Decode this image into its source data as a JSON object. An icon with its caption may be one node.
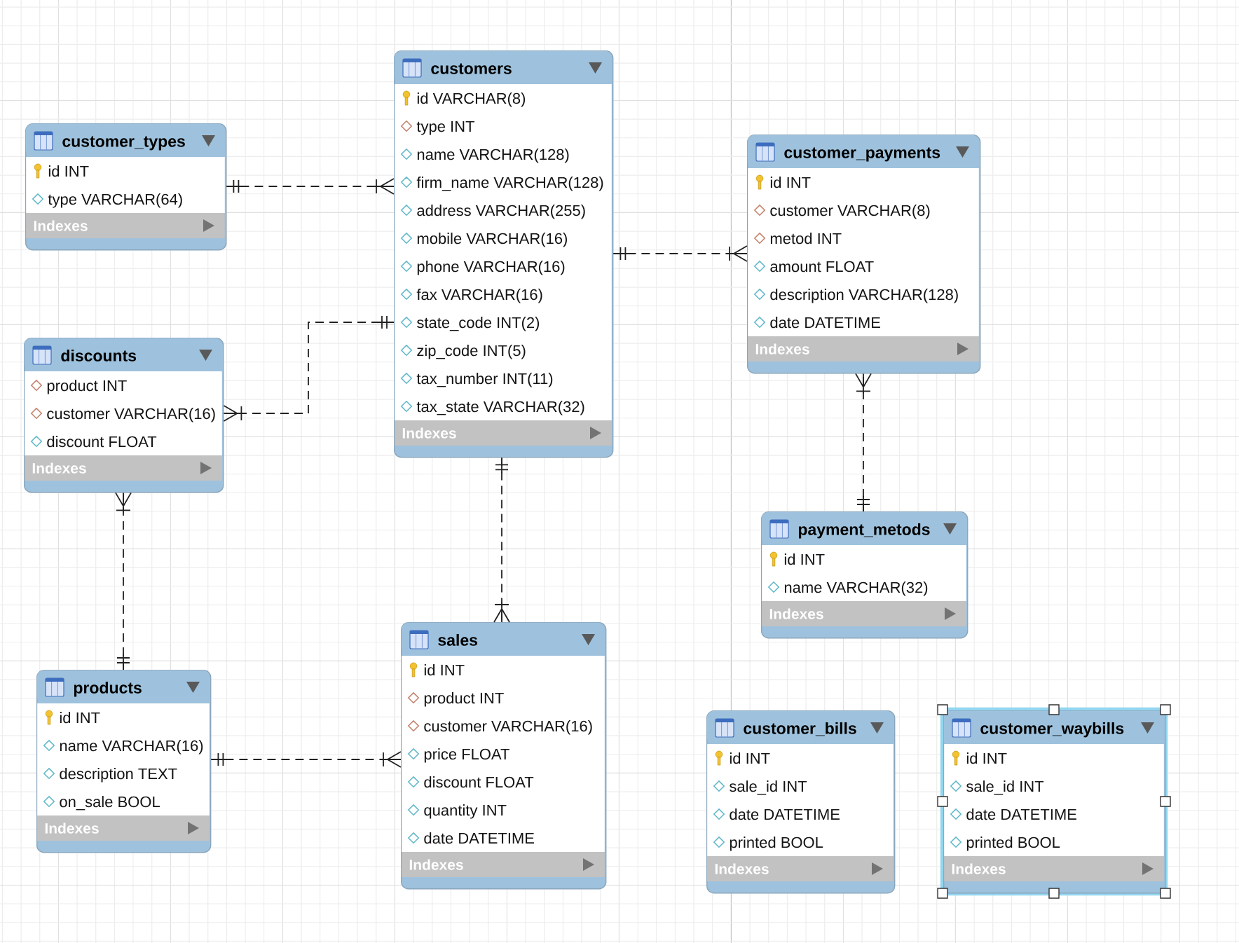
{
  "diagram": {
    "nodes": [
      {
        "text": [
          "customer_types",
          "id INT",
          "type VARCHAR(64)",
          "Indexes"
        ]
      },
      {
        "text": [
          "customers",
          "id VARCHAR(8)",
          "type INT",
          "name VARCHAR(128)",
          "firm_name VARCHAR(128)",
          "address VARCHAR(255)",
          "mobile VARCHAR(16)",
          "phone VARCHAR(16)",
          "fax VARCHAR(16)",
          "state_code INT(2)",
          "zip_code INT(5)",
          "tax_number INT(11)",
          "tax_state VARCHAR(32)",
          "Indexes"
        ]
      },
      {
        "text": [
          "customer_payments",
          "id INT",
          "customer VARCHAR(8)",
          "metod INT",
          "amount FLOAT",
          "description VARCHAR(128)",
          "date DATETIME",
          "Indexes"
        ]
      },
      {
        "text": [
          "discounts",
          "product INT",
          "customer VARCHAR(16)",
          "discount FLOAT",
          "Indexes"
        ]
      },
      {
        "text": [
          "payment_metods",
          "id INT",
          "name VARCHAR(32)",
          "Indexes"
        ]
      },
      {
        "text": [
          "products",
          "id INT",
          "name VARCHAR(16)",
          "description TEXT",
          "on_sale BOOL",
          "Indexes"
        ]
      },
      {
        "text": [
          "sales",
          "id INT",
          "product INT",
          "customer VARCHAR(16)",
          "price FLOAT",
          "discount FLOAT",
          "quantity INT",
          "date DATETIME",
          "Indexes"
        ]
      },
      {
        "text": [
          "customer_bills",
          "id INT",
          "sale_id INT",
          "date DATETIME",
          "printed BOOL",
          "Indexes"
        ]
      },
      {
        "text": [
          "customer_waybills",
          "id INT",
          "sale_id INT",
          "date DATETIME",
          "printed BOOL",
          "Indexes"
        ]
      }
    ],
    "edges": [
      {
        "from": 0,
        "to": 1,
        "arrow": "other",
        "style": "dashed"
      },
      {
        "from": 1,
        "to": 2,
        "arrow": "other",
        "style": "dashed"
      },
      {
        "from": 1,
        "to": 3,
        "arrow": "other",
        "style": "dashed"
      },
      {
        "from": 5,
        "to": 3,
        "arrow": "other",
        "style": "dashed"
      },
      {
        "from": 1,
        "to": 6,
        "arrow": "other",
        "style": "dashed"
      },
      {
        "from": 5,
        "to": 6,
        "arrow": "other",
        "style": "dashed"
      },
      {
        "from": 4,
        "to": 2,
        "arrow": "other",
        "style": "dashed"
      }
    ]
  }
}
